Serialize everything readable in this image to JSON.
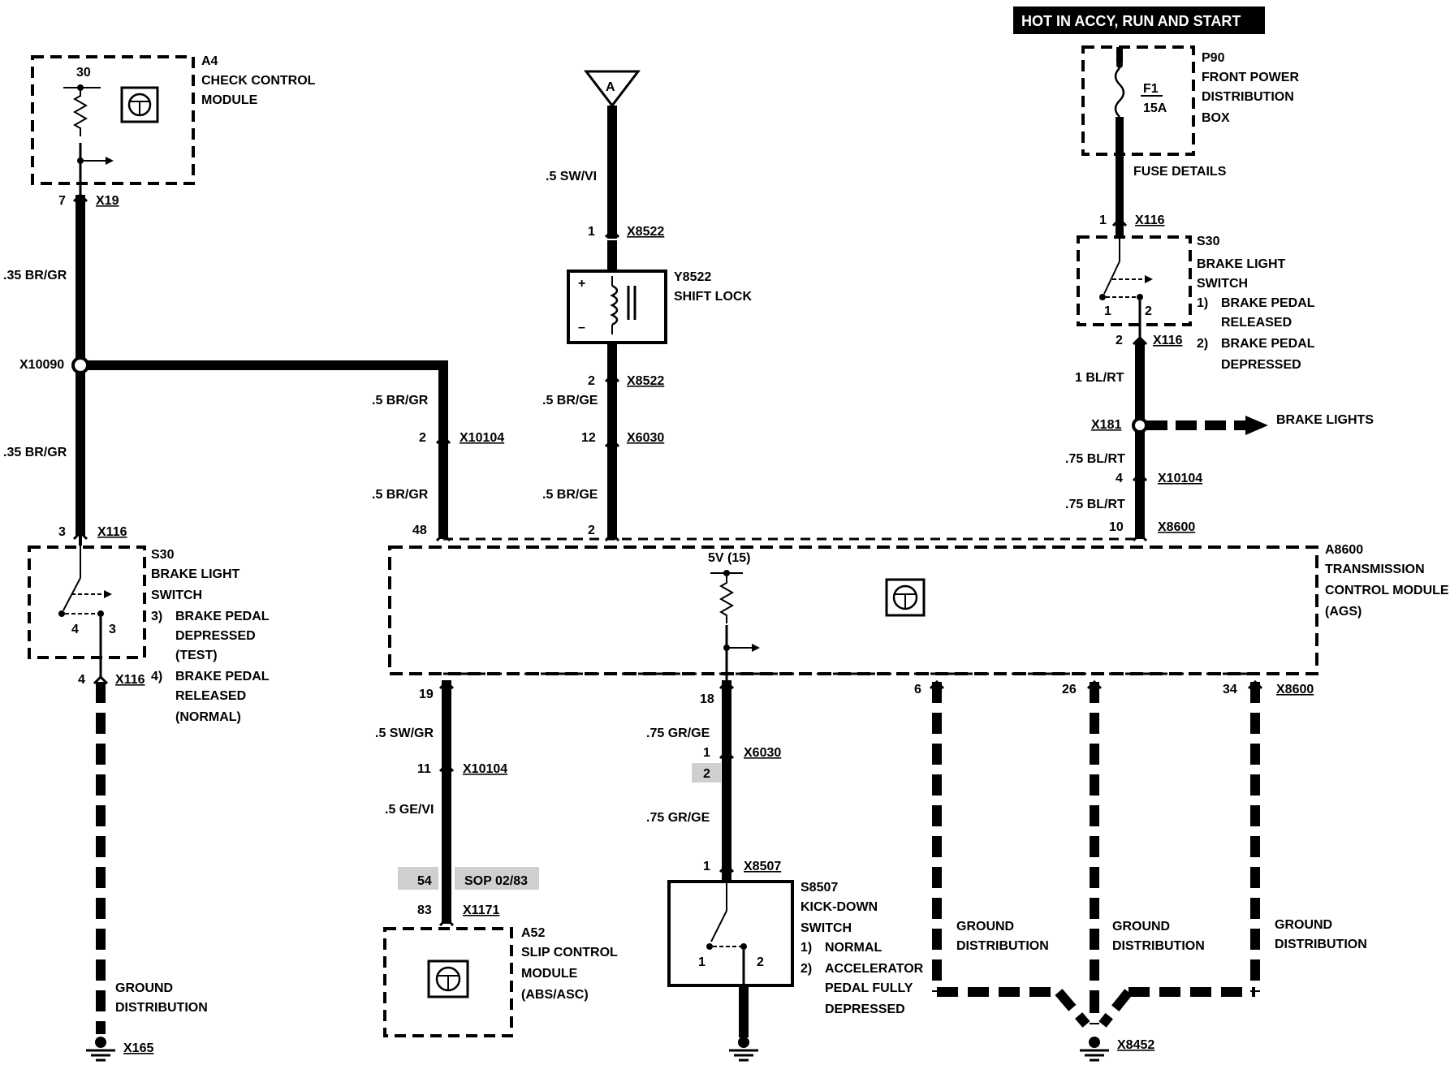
{
  "colors": {
    "ink": "#000000",
    "paper": "#ffffff",
    "highlight": "#cfcfcf"
  },
  "header": {
    "hot_label": "HOT IN ACCY, RUN AND START"
  },
  "fuse_box": {
    "ref": "P90",
    "line1": "FRONT POWER",
    "line2": "DISTRIBUTION",
    "line3": "BOX",
    "fuse_id": "F1",
    "fuse_rating": "15A",
    "details": "FUSE DETAILS"
  },
  "check_control": {
    "ref": "A4",
    "line1": "CHECK CONTROL",
    "line2": "MODULE",
    "pin_top": "30",
    "pin_out": "7",
    "connector": "X19"
  },
  "splice_x10090": "X10090",
  "wires": {
    "w035_brgr": ".35 BR/GR",
    "w05_brgr": ".5 BR/GR",
    "w05_swvi": ".5 SW/VI",
    "w05_brge": ".5 BR/GE",
    "w1_blrt": "1 BL/RT",
    "w075_blrt": ".75 BL/RT",
    "w05_swgr": ".5 SW/GR",
    "w05_gevi": ".5 GE/VI",
    "w075_grge": ".75 GR/GE"
  },
  "offpage": {
    "symbol": "A"
  },
  "shift_lock": {
    "ref": "Y8522",
    "name": "SHIFT LOCK",
    "connector": "X8522",
    "pin1": "1",
    "pin2": "2",
    "plus": "+",
    "minus": "–"
  },
  "left_switch": {
    "ref": "S30",
    "line1": "BRAKE LIGHT",
    "line2": "SWITCH",
    "n3": "3)",
    "s3a": "BRAKE PEDAL",
    "s3b": "DEPRESSED",
    "s3c": "(TEST)",
    "n4": "4)",
    "s4a": "BRAKE PEDAL",
    "s4b": "RELEASED",
    "s4c": "(NORMAL)",
    "connector": "X116",
    "pin_in": "3",
    "pin_out": "4",
    "cpin_a": "4",
    "cpin_b": "3"
  },
  "right_switch": {
    "ref": "S30",
    "line1": "BRAKE LIGHT",
    "line2": "SWITCH",
    "n1": "1)",
    "s1a": "BRAKE PEDAL",
    "s1b": "RELEASED",
    "n2": "2)",
    "s2a": "BRAKE PEDAL",
    "s2b": "DEPRESSED",
    "connector": "X116",
    "pin_in": "1",
    "pin_out": "2",
    "cpin_a": "1",
    "cpin_b": "2"
  },
  "splice_x181": "X181",
  "brake_lights": "BRAKE LIGHTS",
  "x10104": {
    "name": "X10104",
    "pin_left": "2",
    "pin_right": "4",
    "pin_bottom": "11"
  },
  "x6030": {
    "name": "X6030",
    "pin_top": "12",
    "pin_bot1": "1",
    "pin_bot2": "2"
  },
  "tcm": {
    "ref": "A8600",
    "line1": "TRANSMISSION",
    "line2": "CONTROL MODULE",
    "line3": "(AGS)",
    "supply": "5V (15)",
    "connector": "X8600",
    "pins_top": [
      "48",
      "2",
      "10"
    ],
    "pins_bottom": [
      "19",
      "18",
      "6",
      "26",
      "34"
    ]
  },
  "slip_control": {
    "ref": "A52",
    "line1": "SLIP CONTROL",
    "line2": "MODULE",
    "line3": "(ABS/ASC)",
    "connector": "X1171",
    "pin": "83",
    "alt_pin": "54",
    "sop": "SOP 02/83"
  },
  "kickdown": {
    "ref": "S8507",
    "line1": "KICK-DOWN",
    "line2": "SWITCH",
    "n1": "1)",
    "s1": "NORMAL",
    "n2": "2)",
    "s2a": "ACCELERATOR",
    "s2b": "PEDAL FULLY",
    "s2c": "DEPRESSED",
    "connector": "X8507",
    "pin": "1",
    "cpin_a": "1",
    "cpin_b": "2"
  },
  "ground": {
    "line1": "GROUND",
    "line2": "DISTRIBUTION",
    "left": "X165",
    "right": "X8452"
  }
}
